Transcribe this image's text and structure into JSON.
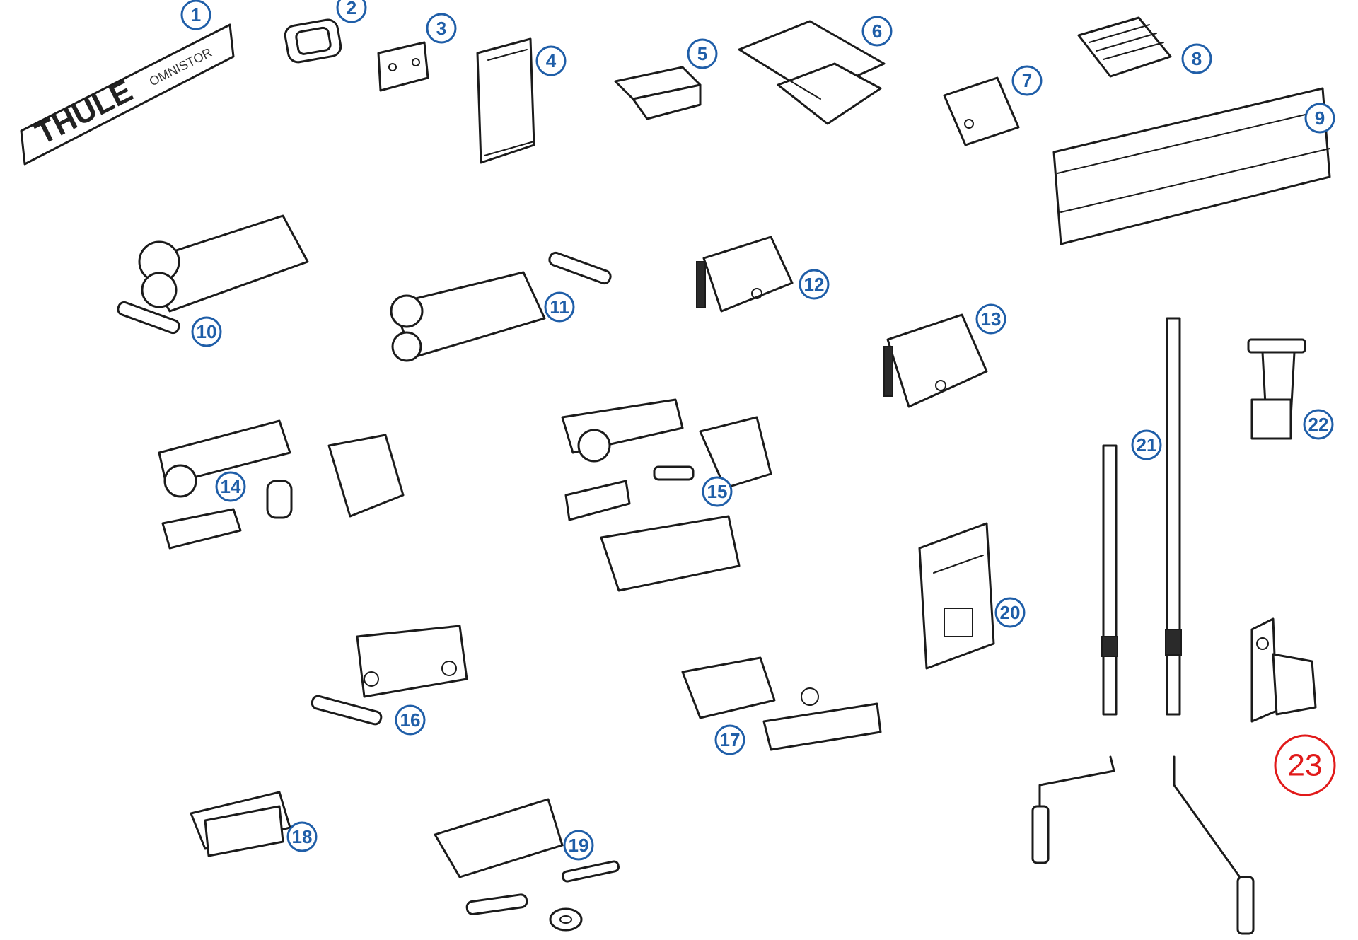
{
  "logo": {
    "brand": "THULE",
    "sub": "OMNISTOR"
  },
  "parts": [
    {
      "label": "1"
    },
    {
      "label": "2"
    },
    {
      "label": "3"
    },
    {
      "label": "4"
    },
    {
      "label": "5"
    },
    {
      "label": "6"
    },
    {
      "label": "7"
    },
    {
      "label": "8"
    },
    {
      "label": "9"
    },
    {
      "label": "10"
    },
    {
      "label": "11"
    },
    {
      "label": "12"
    },
    {
      "label": "13"
    },
    {
      "label": "14"
    },
    {
      "label": "15"
    },
    {
      "label": "16"
    },
    {
      "label": "17"
    },
    {
      "label": "18"
    },
    {
      "label": "19"
    },
    {
      "label": "20"
    },
    {
      "label": "21"
    },
    {
      "label": "22"
    }
  ],
  "highlight": {
    "label": "23",
    "color": "#e11a1a"
  },
  "colors": {
    "badge": "#1f5ea8",
    "line": "#1b1b1b"
  }
}
